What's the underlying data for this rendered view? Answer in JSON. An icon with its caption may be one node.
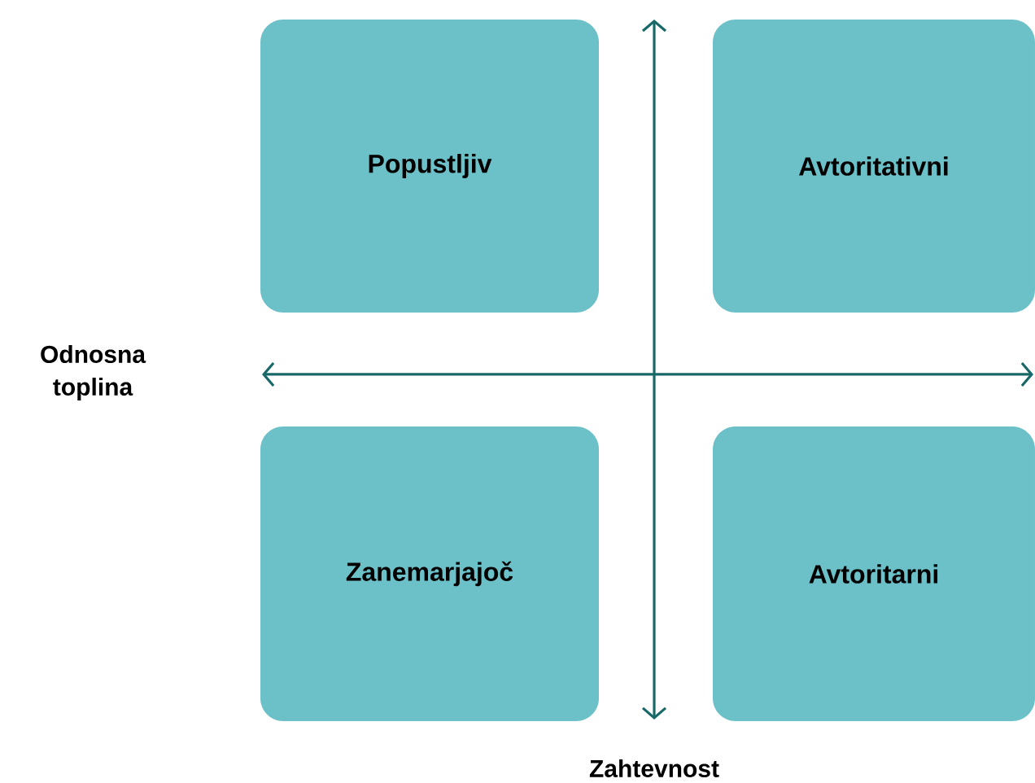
{
  "diagram": {
    "nodes": [
      {
        "text": [
          "Popustljiv"
        ]
      },
      {
        "text": [
          "Avtoritativni"
        ]
      },
      {
        "text": [
          "Zanemarjajoč"
        ]
      },
      {
        "text": [
          "Avtoritarni"
        ]
      }
    ],
    "labels": [
      "Odnosna toplina",
      "Zahtevnost"
    ]
  }
}
